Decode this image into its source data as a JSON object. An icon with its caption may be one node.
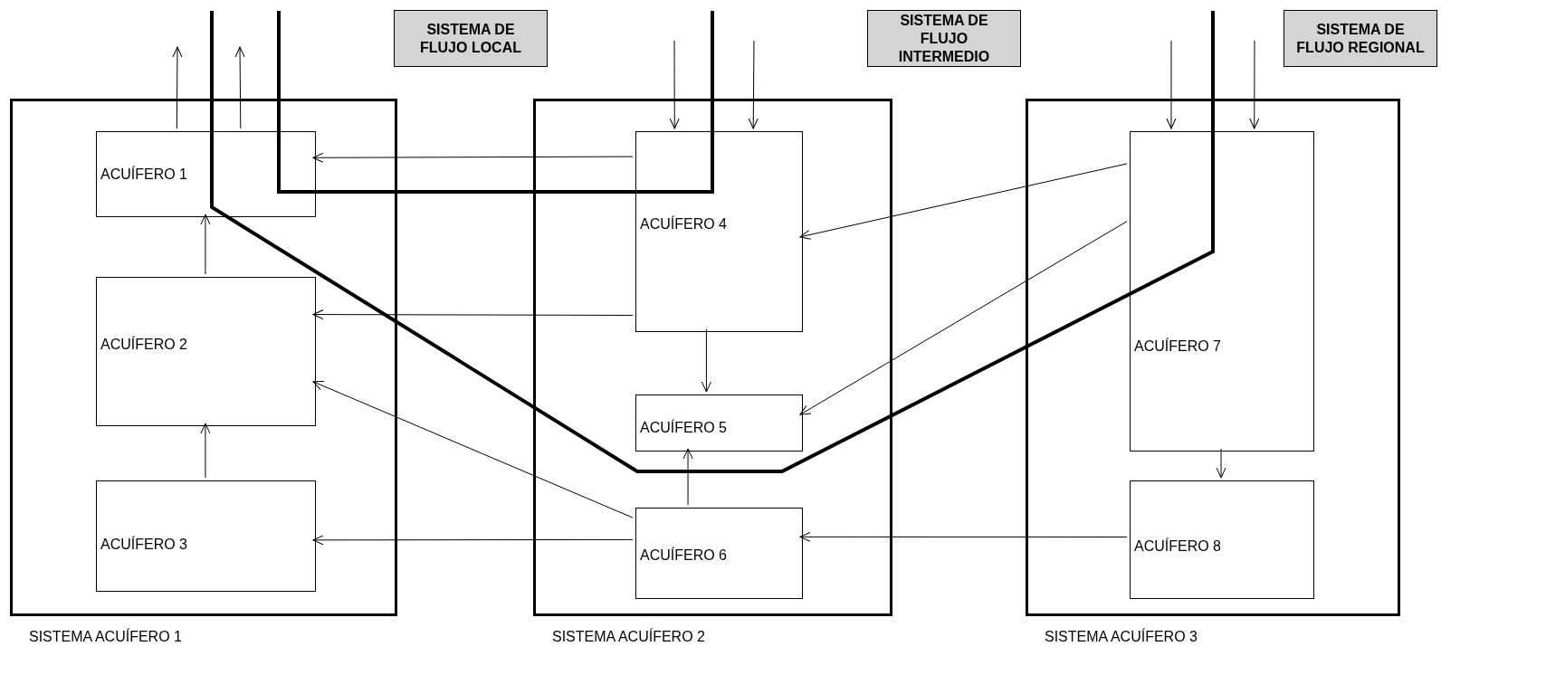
{
  "diagram": {
    "nodes": [
      {
        "text": [
          "SISTEMA DE FLUJO LOCAL"
        ]
      },
      {
        "text": [
          "SISTEMA DE FLUJO INTERMEDIO"
        ]
      },
      {
        "text": [
          "SISTEMA DE FLUJO REGIONAL"
        ]
      },
      {
        "text": [
          "SISTEMA ACUÍFERO 1"
        ]
      },
      {
        "text": [
          "ACUÍFERO 1"
        ],
        "in": 3
      },
      {
        "text": [
          "ACUÍFERO 2"
        ],
        "in": 3
      },
      {
        "text": [
          "ACUÍFERO 3"
        ],
        "in": 3
      },
      {
        "text": [
          "SISTEMA ACUÍFERO 2"
        ]
      },
      {
        "text": [
          "ACUÍFERO 4"
        ],
        "in": 7
      },
      {
        "text": [
          "ACUÍFERO 5"
        ],
        "in": 7
      },
      {
        "text": [
          "ACUÍFERO 6"
        ],
        "in": 7
      },
      {
        "text": [
          "SISTEMA ACUÍFERO 3"
        ]
      },
      {
        "text": [
          "ACUÍFERO 7"
        ],
        "in": 11
      },
      {
        "text": [
          "ACUÍFERO 8"
        ],
        "in": 11
      }
    ],
    "edges": [
      {
        "from": 8,
        "to": 4,
        "arrow": "to"
      },
      {
        "from": 8,
        "to": 5,
        "arrow": "to"
      },
      {
        "from": 10,
        "to": 5,
        "arrow": "to"
      },
      {
        "from": 10,
        "to": 6,
        "arrow": "to"
      },
      {
        "from": 10,
        "to": 9,
        "arrow": "to"
      },
      {
        "from": 8,
        "to": 9,
        "arrow": "to"
      },
      {
        "from": 12,
        "to": 8,
        "arrow": "to"
      },
      {
        "from": 12,
        "to": 9,
        "arrow": "to"
      },
      {
        "from": 12,
        "to": 13,
        "arrow": "to"
      },
      {
        "from": 13,
        "to": 10,
        "arrow": "to"
      },
      {
        "from": 5,
        "to": 4,
        "arrow": "to"
      },
      {
        "from": 6,
        "to": 5,
        "arrow": "to"
      },
      {
        "from": 4,
        "to": null,
        "arrow": "to"
      },
      {
        "from": 4,
        "to": null,
        "arrow": "to"
      },
      {
        "from": null,
        "to": 8,
        "arrow": "to"
      },
      {
        "from": null,
        "to": 8,
        "arrow": "to"
      },
      {
        "from": null,
        "to": 12,
        "arrow": "to"
      },
      {
        "from": null,
        "to": 12,
        "arrow": "to"
      }
    ]
  }
}
